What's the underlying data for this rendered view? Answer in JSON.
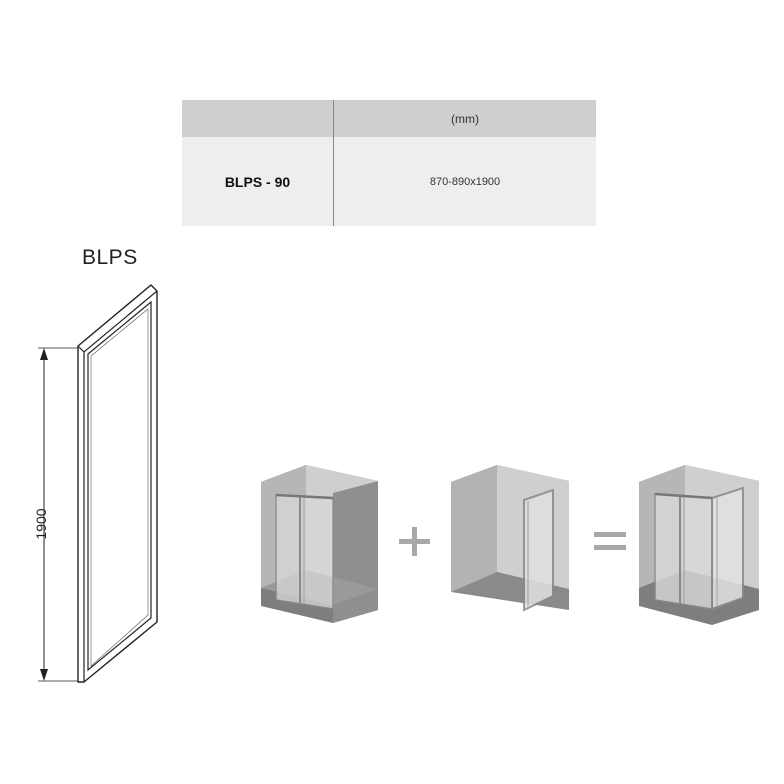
{
  "spec_table": {
    "unit_header": "(mm)",
    "model": "BLPS - 90",
    "dimensions": "870-890x1900"
  },
  "panel": {
    "title": "BLPS",
    "height_label": "1900"
  },
  "equation": {
    "plus": "+",
    "equals": "="
  }
}
